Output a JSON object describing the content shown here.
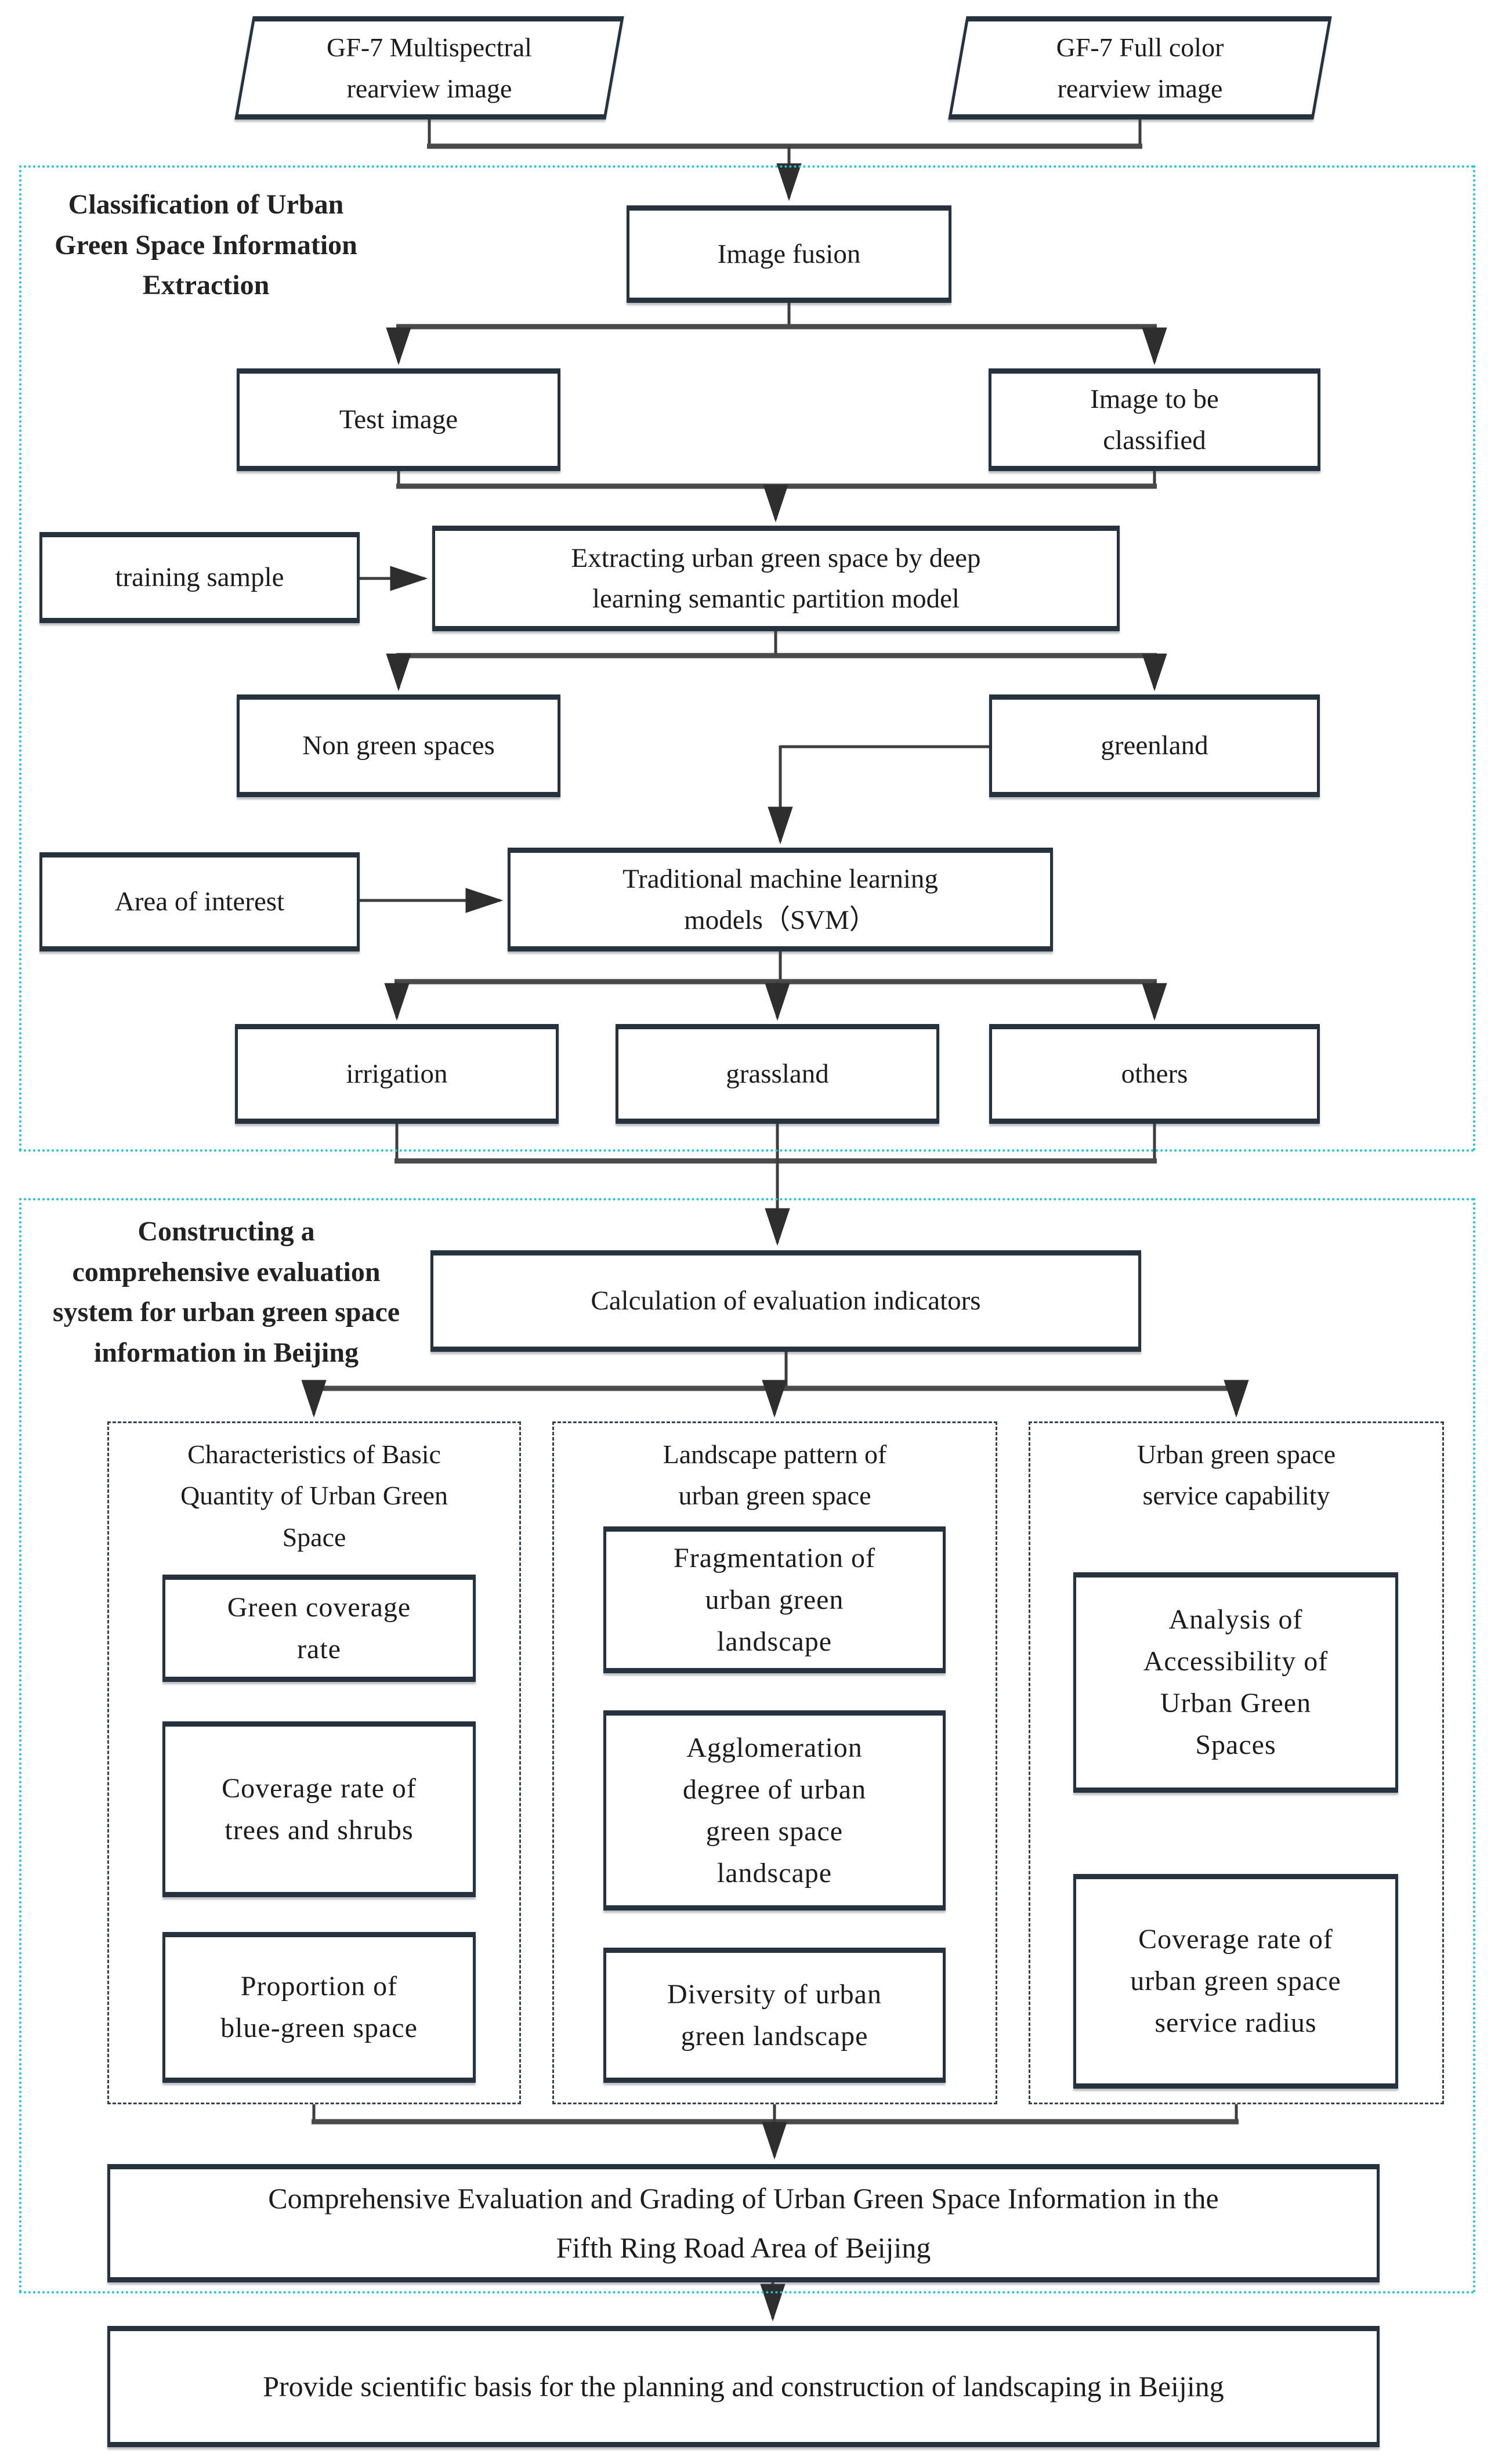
{
  "colors": {
    "accent_cyan": "#22c3d5",
    "box_border": "#26333f",
    "line": "#3d3d3d",
    "text": "#1c1c1c"
  },
  "diagram": {
    "inputs": {
      "multispectral": "GF-7 Multispectral\nrearview image",
      "fullcolor": "GF-7 Full color\nrearview image"
    },
    "section1": {
      "label": "Classification of Urban\nGreen Space Information\nExtraction",
      "image_fusion": "Image fusion",
      "test_image": "Test image",
      "image_to_be_classified": "Image to be\nclassified",
      "training_sample": "training sample",
      "extracting": "Extracting urban green space by deep\nlearning semantic partition model",
      "non_green_spaces": "Non green spaces",
      "greenland": "greenland",
      "area_of_interest": "Area of interest",
      "svm": "Traditional machine learning\nmodels（SVM）",
      "irrigation": "irrigation",
      "grassland": "grassland",
      "others": "others"
    },
    "section2": {
      "label": "Constructing a\ncomprehensive evaluation\nsystem for urban green space\ninformation in Beijing",
      "calculation": "Calculation of evaluation indicators",
      "columns": [
        {
          "header": "Characteristics of Basic\nQuantity of Urban Green\nSpace",
          "boxes": [
            "Green coverage\nrate",
            "Coverage rate of\ntrees and shrubs",
            "Proportion of\nblue-green space"
          ]
        },
        {
          "header": "Landscape pattern of\nurban green space",
          "boxes": [
            "Fragmentation of\nurban green\nlandscape",
            "Agglomeration\ndegree of urban\ngreen space\nlandscape",
            "Diversity of urban\ngreen landscape"
          ]
        },
        {
          "header": "Urban green space\nservice capability",
          "boxes": [
            "Analysis of\nAccessibility of\nUrban Green\nSpaces",
            "Coverage rate of\nurban green space\nservice radius"
          ]
        }
      ],
      "comprehensive": "Comprehensive Evaluation and Grading of Urban Green Space Information in the\nFifth Ring Road Area of Beijing"
    },
    "final_outcome": "Provide scientific basis for the planning and construction of landscaping in Beijing"
  }
}
